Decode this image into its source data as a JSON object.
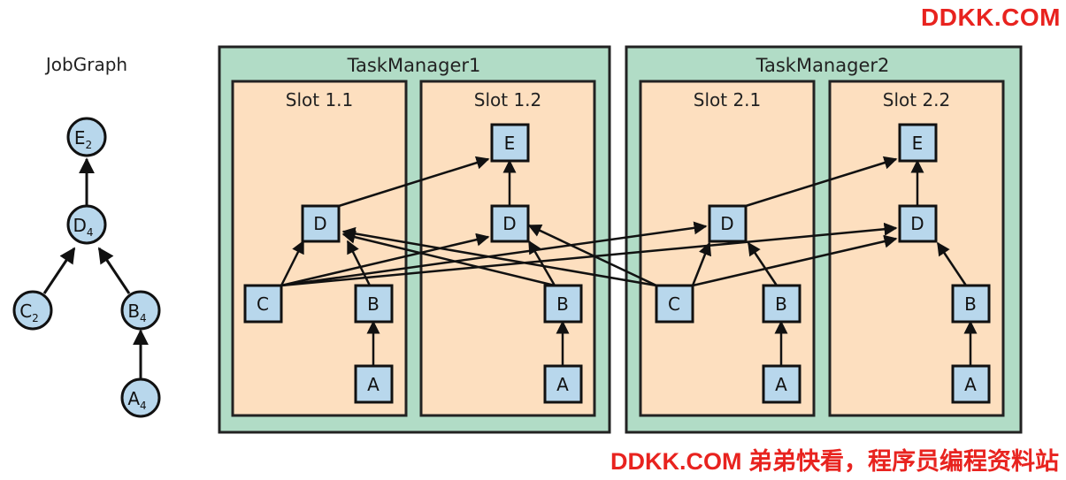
{
  "watermark_top": "DDKK.COM",
  "watermark_bottom": "DDKK.COM 弟弟快看，程序员编程资料站",
  "jobgraph": {
    "title": "JobGraph",
    "nodes": [
      {
        "id": "E",
        "sub": "2"
      },
      {
        "id": "D",
        "sub": "4"
      },
      {
        "id": "C",
        "sub": "2"
      },
      {
        "id": "B",
        "sub": "4"
      },
      {
        "id": "A",
        "sub": "4"
      }
    ]
  },
  "task_managers": [
    {
      "title": "TaskManager1",
      "slots": [
        {
          "title": "Slot 1.1",
          "tasks": [
            "D",
            "C",
            "B",
            "A"
          ]
        },
        {
          "title": "Slot 1.2",
          "tasks": [
            "E",
            "D",
            "B",
            "A"
          ]
        }
      ]
    },
    {
      "title": "TaskManager2",
      "slots": [
        {
          "title": "Slot 2.1",
          "tasks": [
            "D",
            "C",
            "B",
            "A"
          ]
        },
        {
          "title": "Slot 2.2",
          "tasks": [
            "E",
            "D",
            "B",
            "A"
          ]
        }
      ]
    }
  ],
  "colors": {
    "node_fill": "#b8d7ec",
    "tm_fill": "#b1dcc6",
    "slot_fill": "#fddfbf",
    "stroke": "#111111",
    "watermark": "#e8231f"
  }
}
